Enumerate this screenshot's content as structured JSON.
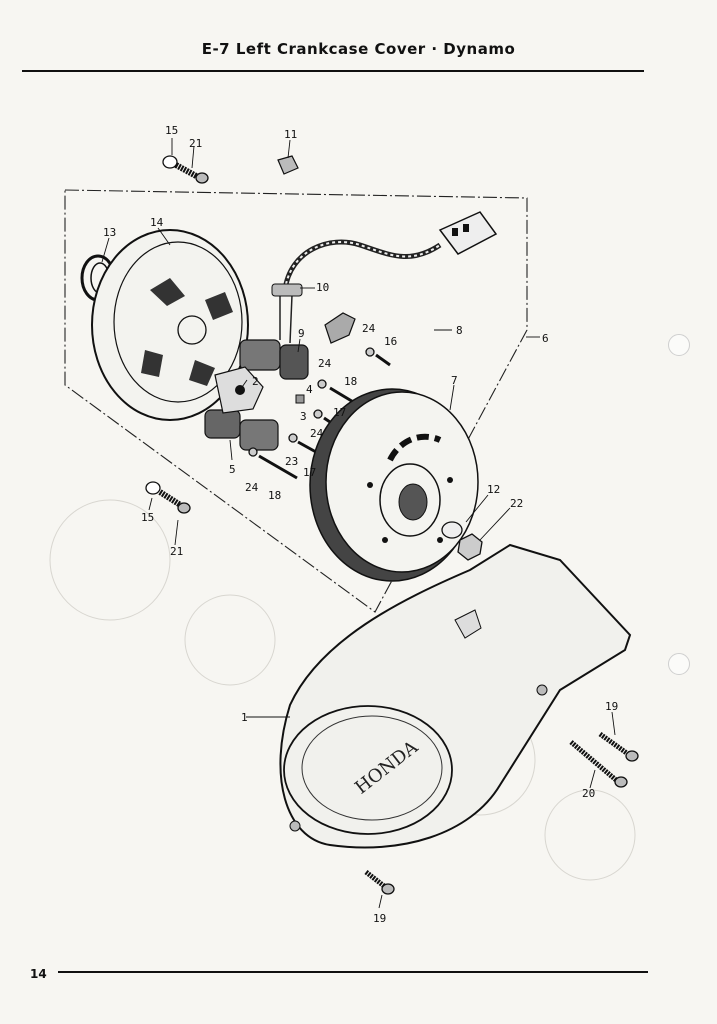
{
  "header": {
    "title": "E-7  Left Crankcase Cover · Dynamo"
  },
  "footer": {
    "page_number": "14"
  },
  "diagram": {
    "logo_text": "HONDA",
    "callouts": [
      {
        "id": "c1",
        "text": "1"
      },
      {
        "id": "c2",
        "text": "2"
      },
      {
        "id": "c3",
        "text": "3"
      },
      {
        "id": "c4",
        "text": "4"
      },
      {
        "id": "c5",
        "text": "5"
      },
      {
        "id": "c6",
        "text": "6"
      },
      {
        "id": "c7",
        "text": "7"
      },
      {
        "id": "c8",
        "text": "8"
      },
      {
        "id": "c9",
        "text": "9"
      },
      {
        "id": "c10",
        "text": "10"
      },
      {
        "id": "c11",
        "text": "11"
      },
      {
        "id": "c12",
        "text": "12"
      },
      {
        "id": "c13",
        "text": "13"
      },
      {
        "id": "c14",
        "text": "14"
      },
      {
        "id": "c15a",
        "text": "15"
      },
      {
        "id": "c15b",
        "text": "15"
      },
      {
        "id": "c16",
        "text": "16"
      },
      {
        "id": "c17a",
        "text": "17"
      },
      {
        "id": "c17b",
        "text": "17"
      },
      {
        "id": "c18a",
        "text": "18"
      },
      {
        "id": "c18b",
        "text": "18"
      },
      {
        "id": "c19a",
        "text": "19"
      },
      {
        "id": "c19b",
        "text": "19"
      },
      {
        "id": "c20",
        "text": "20"
      },
      {
        "id": "c21a",
        "text": "21"
      },
      {
        "id": "c21b",
        "text": "21"
      },
      {
        "id": "c22",
        "text": "22"
      },
      {
        "id": "c23",
        "text": "23"
      },
      {
        "id": "c24a",
        "text": "24"
      },
      {
        "id": "c24b",
        "text": "24"
      },
      {
        "id": "c24c",
        "text": "24"
      },
      {
        "id": "c24d",
        "text": "24"
      }
    ]
  }
}
